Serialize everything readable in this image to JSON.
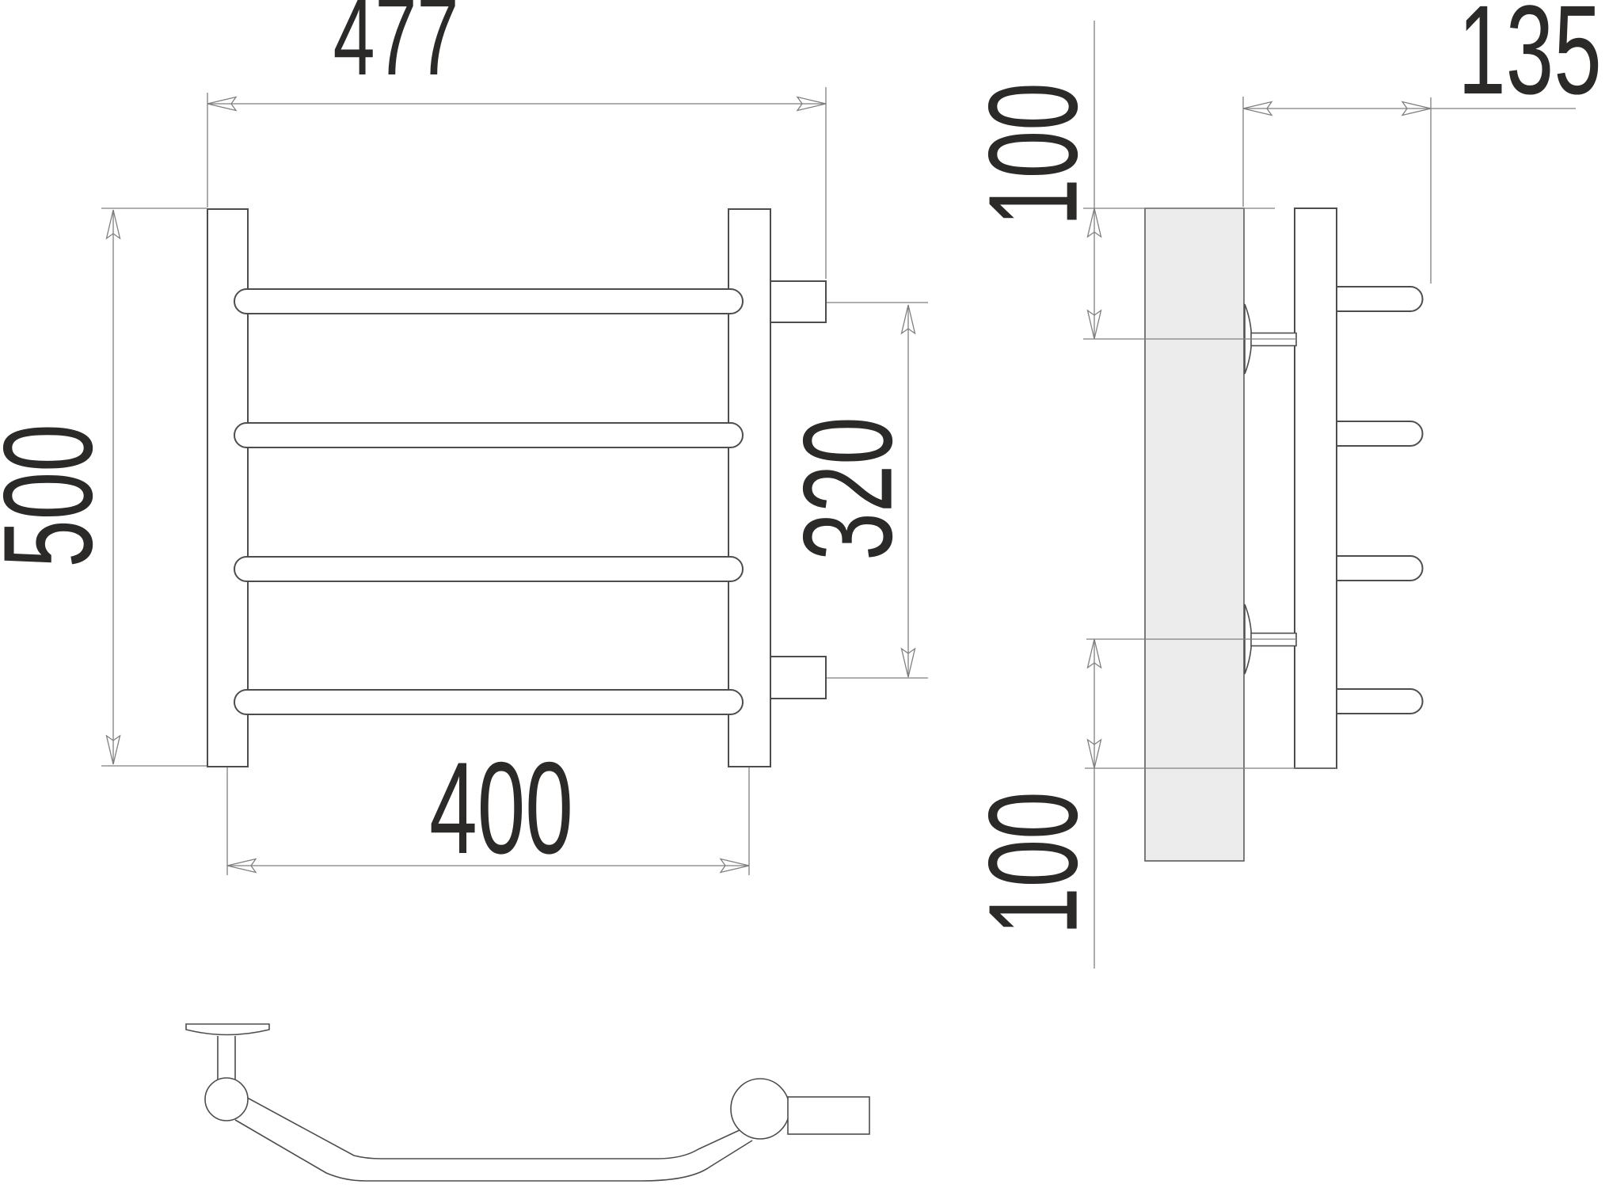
{
  "document": {
    "type": "technical-drawing",
    "subject": "ladder towel rail with wall mounting, three orthographic views",
    "background_color": "#ffffff"
  },
  "colors": {
    "object_line": "#4d4d4d",
    "dimension_line": "#7f7f7f",
    "label_text": "#2b2a29",
    "wall_section_fill": "#ececec"
  },
  "front_view": {
    "overall_width_label": "477",
    "overall_height_label": "500",
    "connector_spacing_label": "320",
    "mounting_width_label": "400"
  },
  "side_view": {
    "top_bracket_offset_label": "100",
    "depth_label": "135",
    "bottom_bracket_offset_label": "100"
  }
}
